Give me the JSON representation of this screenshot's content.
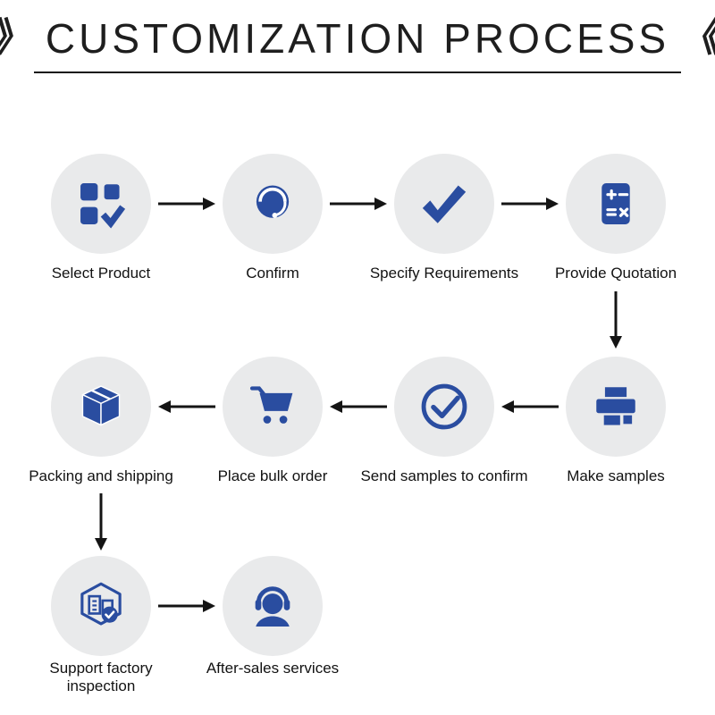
{
  "title": "CUSTOMIZATION PROCESS",
  "decorations": {
    "left_chevrons": "》",
    "right_chevrons": "《"
  },
  "colors": {
    "icon_blue": "#2a4da0",
    "circle_bg": "#e9eaeb",
    "arrow_black": "#141414",
    "title_color": "#1e1e1e"
  },
  "steps": [
    {
      "label": "Select Product",
      "icon": "product-grid-check-icon"
    },
    {
      "label": "Confirm",
      "icon": "customer-service-icon"
    },
    {
      "label": "Specify Requirements",
      "icon": "checkmark-icon"
    },
    {
      "label": "Provide Quotation",
      "icon": "calculator-icon"
    },
    {
      "label": "Make samples",
      "icon": "printer-icon"
    },
    {
      "label": "Send samples to confirm",
      "icon": "circle-check-icon"
    },
    {
      "label": "Place bulk order",
      "icon": "shopping-cart-icon"
    },
    {
      "label": "Packing and shipping",
      "icon": "package-box-icon"
    },
    {
      "label": "Support factory inspection",
      "icon": "factory-inspection-icon"
    },
    {
      "label": "After-sales services",
      "icon": "headset-support-icon"
    }
  ]
}
